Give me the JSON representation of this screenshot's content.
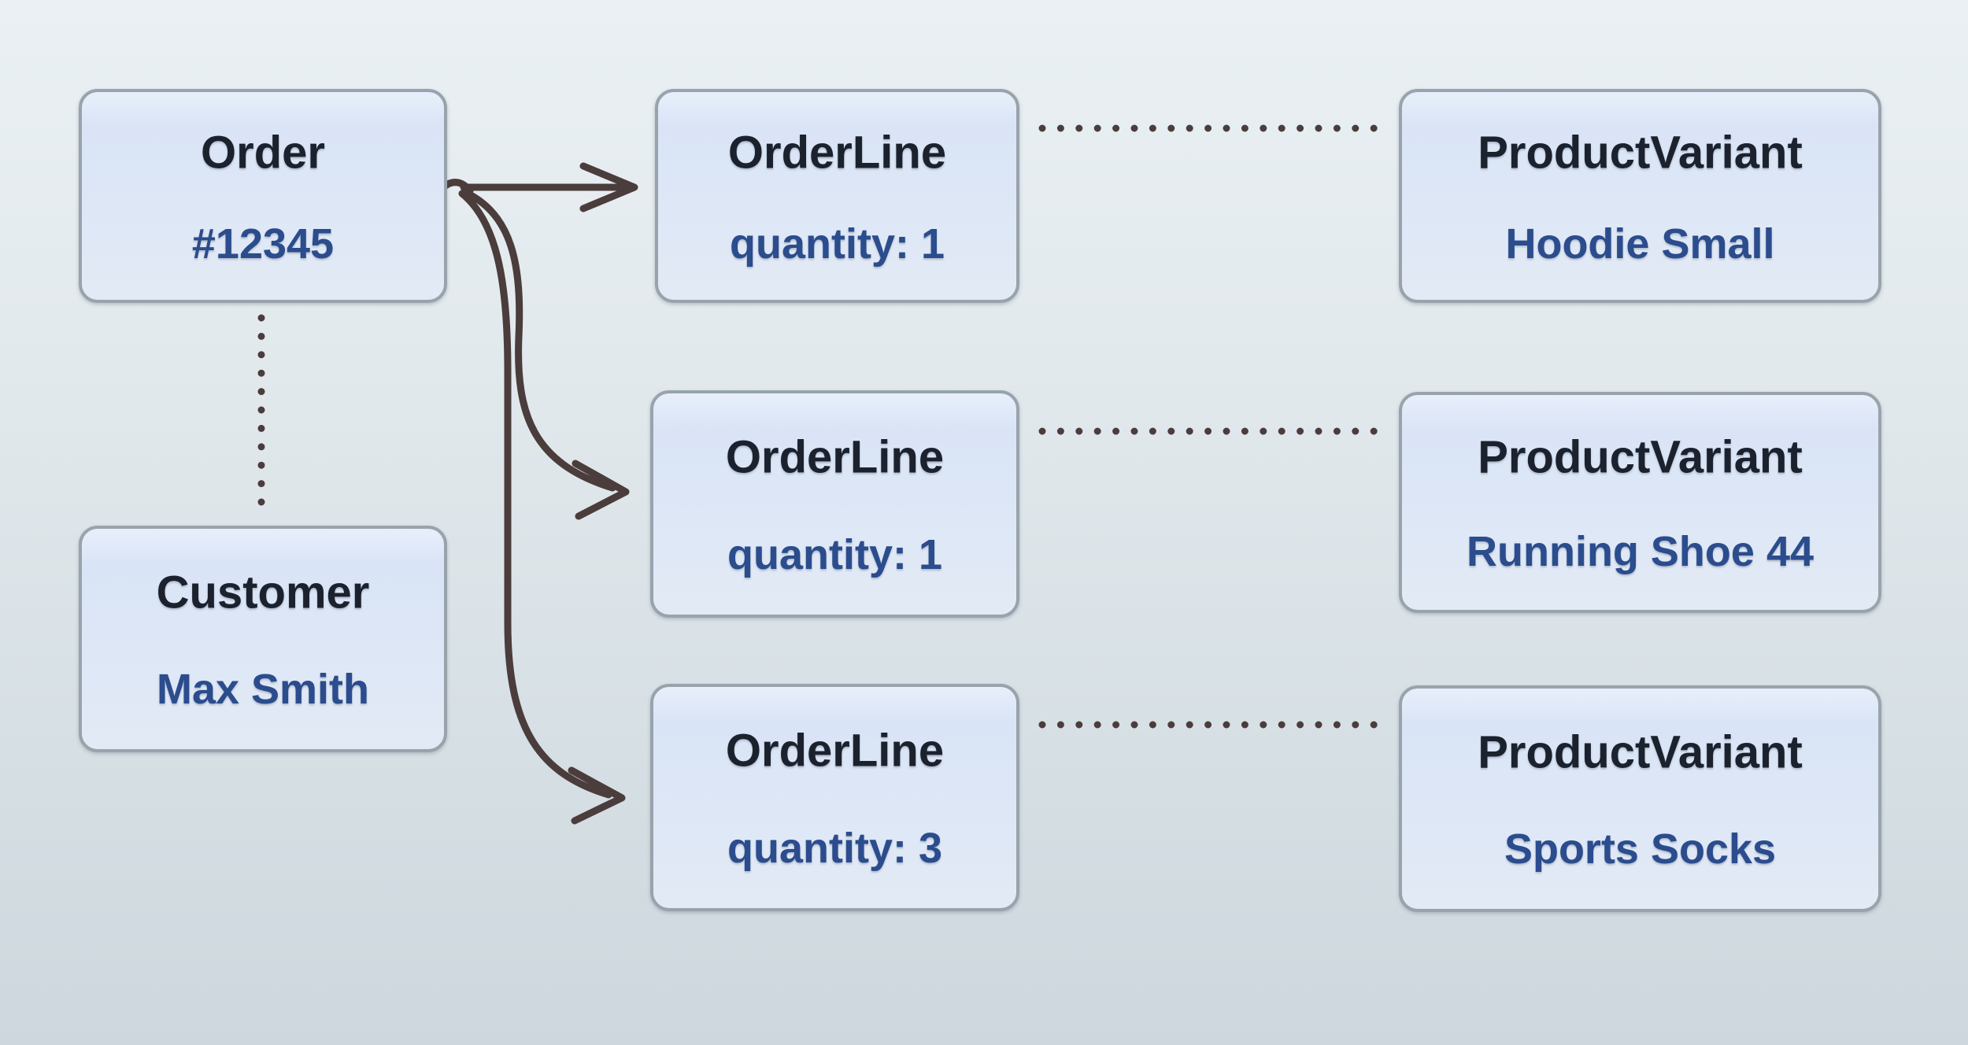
{
  "nodes": {
    "order": {
      "title": "Order",
      "value": "#12345"
    },
    "customer": {
      "title": "Customer",
      "value": "Max Smith"
    },
    "order_lines": [
      {
        "title": "OrderLine",
        "value": "quantity: 1"
      },
      {
        "title": "OrderLine",
        "value": "quantity: 1"
      },
      {
        "title": "OrderLine",
        "value": "quantity: 3"
      }
    ],
    "product_variants": [
      {
        "title": "ProductVariant",
        "value": "Hoodie Small"
      },
      {
        "title": "ProductVariant",
        "value": "Running Shoe 44"
      },
      {
        "title": "ProductVariant",
        "value": "Sports Socks"
      }
    ]
  },
  "edges": [
    {
      "from": "Order #12345",
      "to": "OrderLine quantity: 1",
      "style": "solid-arrow"
    },
    {
      "from": "Order #12345",
      "to": "OrderLine quantity: 1",
      "style": "solid-arrow"
    },
    {
      "from": "Order #12345",
      "to": "OrderLine quantity: 3",
      "style": "solid-arrow"
    },
    {
      "from": "Order #12345",
      "to": "Customer Max Smith",
      "style": "dotted"
    },
    {
      "from": "OrderLine quantity: 1",
      "to": "ProductVariant Hoodie Small",
      "style": "dotted"
    },
    {
      "from": "OrderLine quantity: 1",
      "to": "ProductVariant Running Shoe 44",
      "style": "dotted"
    },
    {
      "from": "OrderLine quantity: 3",
      "to": "ProductVariant Sports Socks",
      "style": "dotted"
    }
  ],
  "colors": {
    "background_top": "#eaf0f4",
    "background_bottom": "#cdd7dd",
    "box_border": "#98a3ab",
    "box_fill_top": "#e8effb",
    "box_fill_mid": "#d9e4f6",
    "box_fill_bottom": "#e3eaf5",
    "title_text": "#1b222e",
    "value_text": "#2b4c8d",
    "connector": "#4a3d3c"
  }
}
